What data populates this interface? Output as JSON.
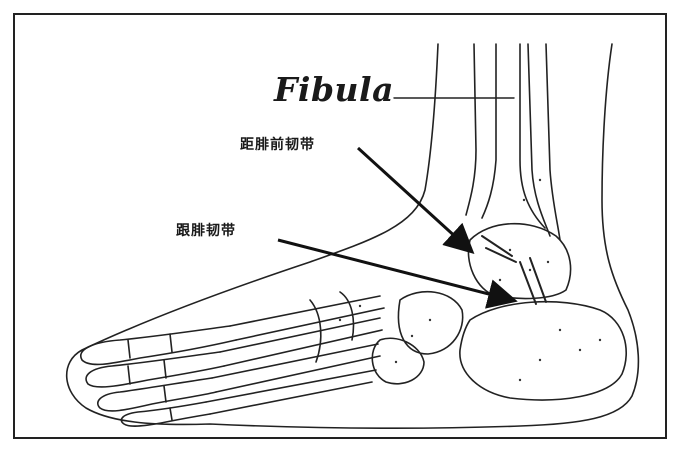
{
  "labels": {
    "fibula": "Fibula",
    "ligament_upper": "距腓前韧带",
    "ligament_lower": "跟腓韧带"
  }
}
